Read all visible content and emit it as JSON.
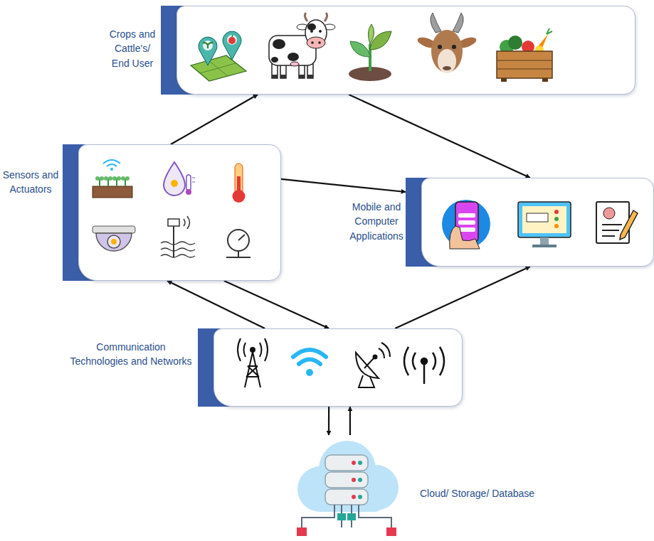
{
  "diagram": {
    "nodes": [
      {
        "text": [
          "Crops and Cattle's/ End User"
        ]
      },
      {
        "text": [
          "Sensors and Actuators"
        ]
      },
      {
        "text": [
          "Mobile and Computer Applications"
        ]
      },
      {
        "text": [
          "Communication Technologies and Networks"
        ]
      },
      {
        "text": [
          "Cloud/ Storage/ Database"
        ]
      }
    ],
    "edges": [
      {
        "from": 1,
        "to": 0,
        "arrow": "to"
      },
      {
        "from": 0,
        "to": 2,
        "arrow": "to"
      },
      {
        "from": 1,
        "to": 2,
        "arrow": "to"
      },
      {
        "from": 3,
        "to": 1,
        "arrow": "to"
      },
      {
        "from": 1,
        "to": 3,
        "arrow": "to"
      },
      {
        "from": 3,
        "to": 2,
        "arrow": "to"
      },
      {
        "from": 3,
        "to": 4,
        "arrow": "to"
      },
      {
        "from": 4,
        "to": 3,
        "arrow": "to"
      }
    ]
  }
}
